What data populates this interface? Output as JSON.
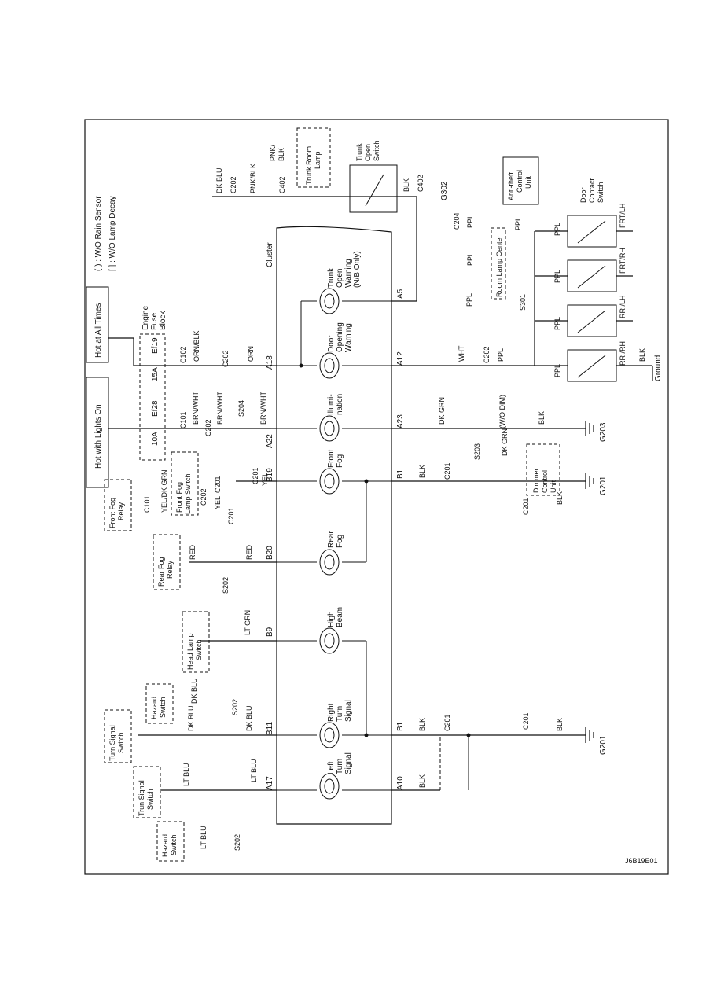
{
  "top": {
    "sources": [
      {
        "id": "lights",
        "label": "Hot with Lights On"
      },
      {
        "id": "always",
        "label": "Hot at All Times"
      }
    ],
    "legend": [
      "( ) : W/O Rain Sensor",
      "[ ] : W/O Lamp Decay"
    ]
  },
  "fuse_block": {
    "title": [
      "Engine",
      "Fuse",
      "Block"
    ],
    "fuse1_amp": "10A",
    "fuse1_id": "Ef28",
    "fuse2_amp": "15A",
    "fuse2_id": "Ef19"
  },
  "cluster": {
    "title": "Cluster",
    "indicators": [
      {
        "id": "left_turn",
        "lines": [
          "Left",
          "Turn",
          "Signal"
        ],
        "top_pin": "A17",
        "bottom_pin": "A10"
      },
      {
        "id": "right_turn",
        "lines": [
          "Right",
          "Turn",
          "Signal"
        ],
        "top_pin": "B11",
        "bottom_pin": "B1"
      },
      {
        "id": "high_beam",
        "lines": [
          "High",
          "Beam"
        ],
        "top_pin": "B9",
        "bottom_pin": ""
      },
      {
        "id": "rear_fog",
        "lines": [
          "Rear",
          "Fog"
        ],
        "top_pin": "B20",
        "bottom_pin": ""
      },
      {
        "id": "front_fog",
        "lines": [
          "Front",
          "Fog"
        ],
        "top_pin": "B19",
        "bottom_pin": "B1"
      },
      {
        "id": "illumination",
        "lines": [
          "Illumi-",
          "nation"
        ],
        "top_pin": "A22",
        "bottom_pin": "A23"
      },
      {
        "id": "door",
        "lines": [
          "Door",
          "Opening",
          "Warning"
        ],
        "top_pin": "A18",
        "bottom_pin": "A12"
      },
      {
        "id": "trunk",
        "lines": [
          "Trunk",
          "Open",
          "Warning",
          "(N/B Only)"
        ],
        "top_pin": "",
        "bottom_pin": "A5"
      }
    ]
  },
  "components": {
    "hazard_switch": [
      "Hazard",
      "Switch"
    ],
    "turn_signal_switch_1": [
      "Trun Signal",
      "Switch"
    ],
    "turn_signal_switch_2": [
      "Turn Signal",
      "Switch"
    ],
    "head_lamp_switch": [
      "Head Lamp",
      "Switch"
    ],
    "rear_fog_relay": [
      "Rear Fog",
      "Relay"
    ],
    "front_fog_relay": [
      "Front Fog",
      "Relay"
    ],
    "front_fog_lamp_switch": [
      "Front Fog",
      "Lamp Switch"
    ],
    "dimmer_control_unit": [
      "Dimmer",
      "Control",
      "Unit"
    ],
    "room_lamp_center": "Room Lamp Center",
    "anti_theft": [
      "Anti-theft",
      "Control",
      "Unit"
    ],
    "door_contact_switch": [
      "Door",
      "Contact",
      "Switch"
    ],
    "trunk_open_switch": [
      "Trunk",
      "Open",
      "Switch"
    ],
    "trunk_room_lamp": [
      "Trunk Room",
      "Lamp"
    ]
  },
  "wires": {
    "lt_blu": "LT BLU",
    "dk_blu": "DK BLU",
    "lt_grn": "LT GRN",
    "red": "RED",
    "yel": "YEL",
    "yel_dk_grn": "YEL/DK GRN",
    "brn_wht": "BRN/WHT",
    "orn_blk": "ORN/BLK",
    "orn": "ORN",
    "dk_blu_wire": "DK BLU",
    "pnk_blk": "PNK/BLK",
    "pnk_blk2": "PNK/",
    "pnk_blk3": "BLK",
    "blk": "BLK",
    "dk_grn": "DK GRN",
    "wht": "WHT",
    "ppl": "PPL",
    "rr_rh": "RR /RH",
    "rr_lh": "RR /LH",
    "frt_rh": "FRT/RH",
    "frt_lh": "FRT/LH"
  },
  "connectors": {
    "c101": "C101",
    "c102": "C102",
    "c201": "C201",
    "c202": "C202",
    "c204": "C204",
    "c402": "C402",
    "s202": "S202",
    "s203": "S203",
    "s204": "S204",
    "s301": "S301"
  },
  "grounds": {
    "g201": "G201",
    "g203": "G203",
    "g302": "G302",
    "ground": "Ground"
  },
  "notes": {
    "wo_dim": "(W/O DIM)"
  },
  "footer": {
    "code": "J6B19E01"
  }
}
